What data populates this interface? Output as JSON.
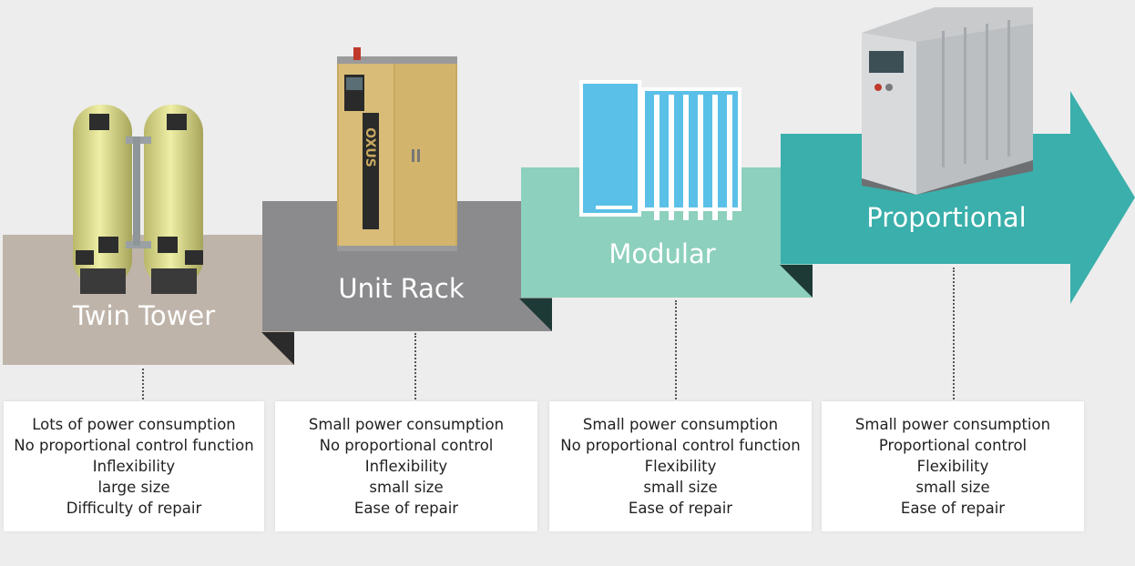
{
  "stages": [
    {
      "id": "twin-tower",
      "label": "Twin Tower",
      "color": "#bfb4aa",
      "features": [
        "Lots of power consumption",
        "No proportional control function",
        "Inflexibility",
        "large size",
        "Difficulty of repair"
      ]
    },
    {
      "id": "unit-rack",
      "label": "Unit Rack",
      "color": "#8b8b8d",
      "features": [
        "Small power consumption",
        "No proportional control",
        "Inflexibility",
        "small size",
        "Ease of repair"
      ]
    },
    {
      "id": "modular",
      "label": "Modular",
      "color": "#8dd0bd",
      "features": [
        "Small power consumption",
        "No proportional control function",
        "Flexibility",
        "small size",
        "Ease of repair"
      ]
    },
    {
      "id": "proportional",
      "label": "Proportional",
      "color": "#3aafab",
      "features": [
        "Small power consumption",
        "Proportional control",
        "Flexibility",
        "small size",
        "Ease of repair"
      ]
    }
  ],
  "unit_rack_logo_text": "OXUS",
  "colors": {
    "background": "#ededed",
    "fold_shadow": "#1e3a36",
    "modular_icon": "#5bc0e8"
  }
}
